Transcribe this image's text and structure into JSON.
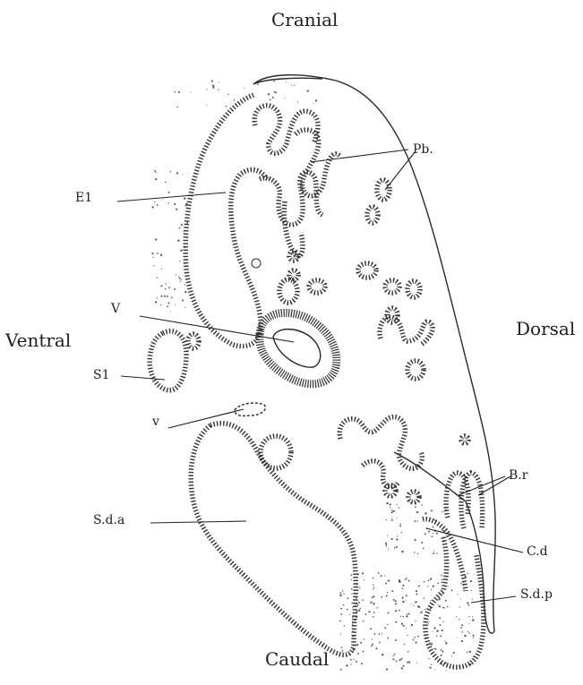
{
  "orientation": {
    "cranial": "Cranial",
    "caudal": "Caudal",
    "ventral": "Ventral",
    "dorsal": "Dorsal"
  },
  "labels": {
    "pb": "Pb.",
    "e1": "E1",
    "v_upper": "V",
    "s1": "S1",
    "v_lower": "v",
    "sda": "S.d.a",
    "br": "B.r",
    "cd": "C.d",
    "sdp": "S.d.p"
  },
  "colors": {
    "ink": "#222222",
    "background": "#ffffff"
  }
}
